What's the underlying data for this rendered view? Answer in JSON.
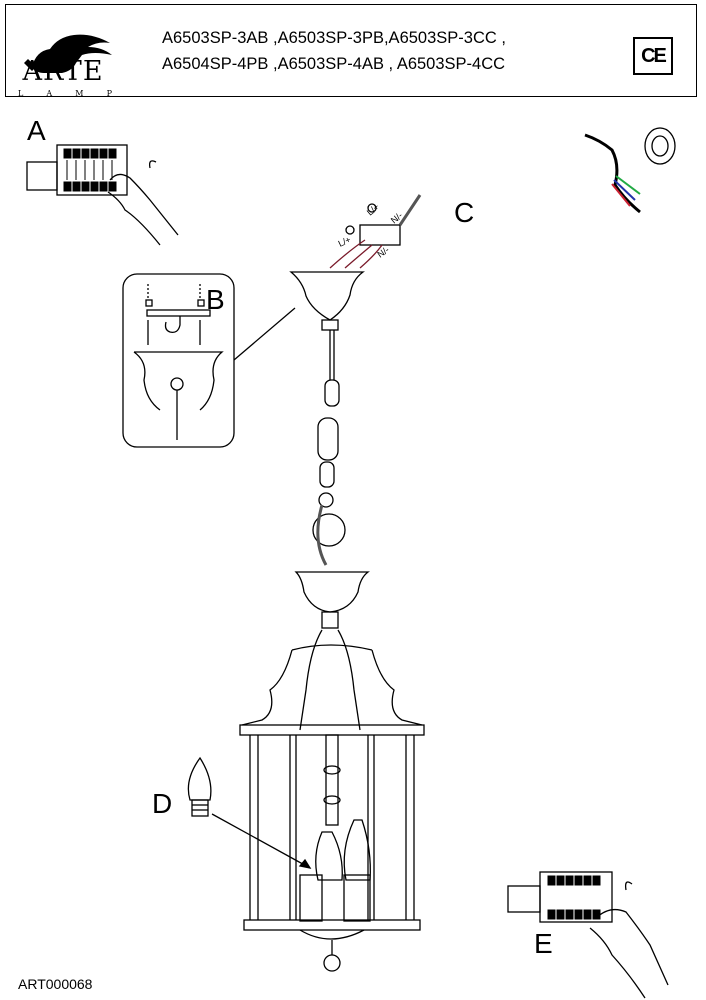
{
  "brand": {
    "name": "ARTE",
    "sub": [
      "L",
      "A",
      "M",
      "P"
    ]
  },
  "models": {
    "line1": "A6503SP-3AB ,A6503SP-3PB,A6503SP-3CC ,",
    "line2": "A6504SP-4PB ,A6503SP-4AB , A6503SP-4CC"
  },
  "certification": "CE",
  "steps": {
    "a": "A",
    "b": "B",
    "c": "C",
    "d": "D",
    "e": "E"
  },
  "wire_labels": {
    "ground": "⏚",
    "live": "L/+",
    "neutral": "N/-"
  },
  "footer": {
    "code": "ART000068"
  }
}
